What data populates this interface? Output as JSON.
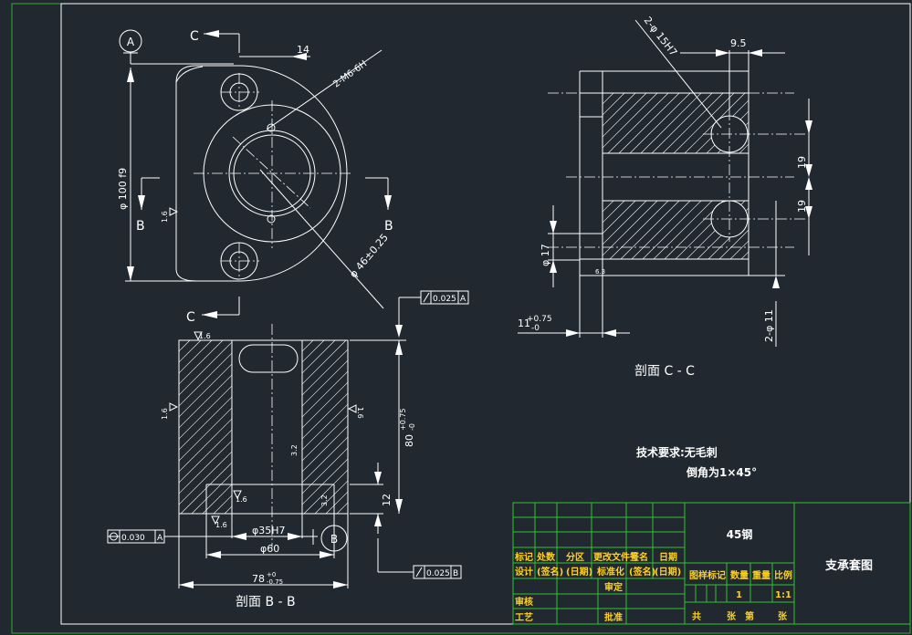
{
  "drawing": {
    "datum_a": "A",
    "datum_b": "B",
    "section_c_top": "C",
    "section_c_bottom": "C",
    "section_b_left": "B",
    "section_b_right": "B",
    "dim_14": "14",
    "dim_2m6": "2-M6-6H",
    "dim_phi100": "φ 100 f9",
    "dim_phi46": "φ 46±0.25",
    "tol_frame_top": "0.025",
    "tol_frame_top_datum": "A",
    "dim_2phi15": "2-φ 15H7",
    "dim_9_5": "9.5",
    "dim_phi17": "φ 17",
    "dim_11_075": "11",
    "dim_11_075_tol": "+0.75",
    "dim_11_075_tol2": "-0",
    "dim_19a": "19",
    "dim_19b": "19",
    "dim_2phi11": "2-φ 11",
    "section_cc_label": "剖面 C - C",
    "dim_80": "80",
    "dim_80_tol": "+0.75",
    "dim_80_tol2": "-0",
    "dim_12": "12",
    "dim_phi35": "φ35H7",
    "dim_phi60": "φ60",
    "dim_78": "78",
    "dim_78_tol": "+0",
    "dim_78_tol2": "-0.75",
    "tol_frame_left": "0.030",
    "tol_frame_left_datum": "A",
    "tol_frame_right": "0.025",
    "tol_frame_right_datum": "B",
    "section_bb_label": "剖面 B - B",
    "rough_1_6": "1.6",
    "rough_3_2": "3.2",
    "rough_6_3": "6.3",
    "tech_req_1": "技术要求:无毛刺",
    "tech_req_2": "倒角为1×45°"
  },
  "title_block": {
    "material": "45钢",
    "drawing_name": "支承套图",
    "row_labels": [
      "标记",
      "处数",
      "分区",
      "更改文件号",
      "签名",
      "日期"
    ],
    "row2_labels": [
      "设计",
      "(签名)",
      "(日期)",
      "标准化",
      "(签名)",
      "(日期)"
    ],
    "stage_label": "图样标记",
    "weight_label": "重量",
    "qty_label": "数量",
    "scale_label": "比例",
    "qty_value": "1",
    "scale_value": "1:1",
    "check_label": "审核",
    "process_label": "工艺",
    "approve_label": "批准",
    "audit_label": "审定",
    "total_label": "共",
    "sheet_label": "张",
    "page_label": "第",
    "page_suffix": "张"
  }
}
